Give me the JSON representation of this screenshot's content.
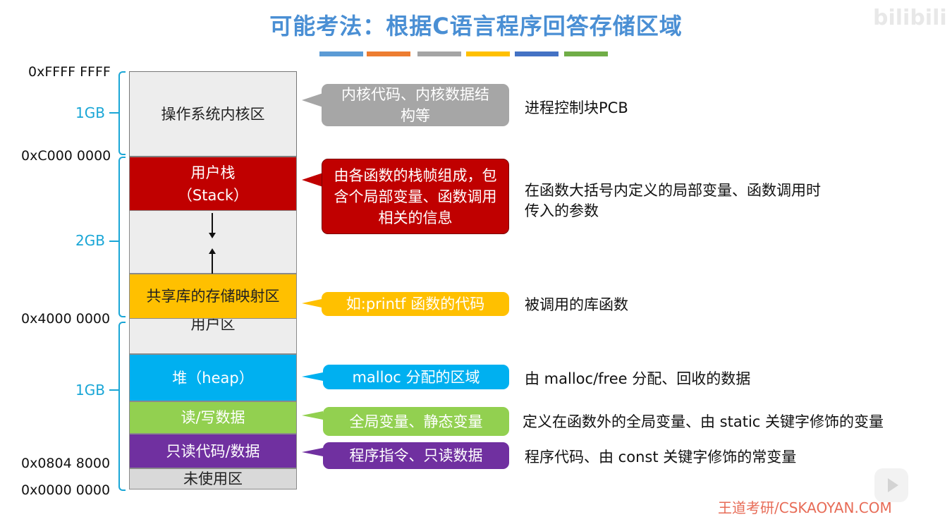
{
  "title": "可能考法：根据C语言程序回答存储区域",
  "colors": {
    "title": "#4a8fd4",
    "accent_bars": [
      "#5b9bd5",
      "#ed7d31",
      "#a5a5a5",
      "#ffc000",
      "#4472c4",
      "#70ad47"
    ],
    "kernel": "#ededed",
    "stack": "#c00000",
    "shared": "#ffc000",
    "heap": "#00b0f0",
    "rw": "#92d050",
    "ro": "#7030a0",
    "bracket": "#19a6d6"
  },
  "addresses": {
    "top": "0xFFFF FFFF",
    "kernel_base": "0xC000 0000",
    "shared_base": "0x4000 0000",
    "code_base": "0x0804 8000",
    "zero": "0x0000 0000"
  },
  "sizes": {
    "kernel": "1GB",
    "stack_region": "2GB",
    "lower": "1GB"
  },
  "segments": {
    "kernel": "操作系统内核区",
    "stack_line1": "用户栈",
    "stack_line2": "（Stack）",
    "shared": "共享库的存储映射区",
    "user": "用户区",
    "heap": "堆（heap）",
    "rw": "读/写数据",
    "ro": "只读代码/数据",
    "unused": "未使用区"
  },
  "callouts": {
    "kernel": "内核代码、内核数据结构等",
    "stack": "由各函数的栈帧组成，包含个局部变量、函数调用相关的信息",
    "shared": "如:printf 函数的代码",
    "heap": "malloc 分配的区域",
    "rw": "全局变量、静态变量",
    "ro": "程序指令、只读数据"
  },
  "descriptions": {
    "kernel": "进程控制块PCB",
    "stack_line1": "在函数大括号内定义的局部变量、函数调用时",
    "stack_line2": "传入的参数",
    "shared": "被调用的库函数",
    "heap": "由 malloc/free 分配、回收的数据",
    "rw": "定义在函数外的全局变量、由 static 关键字修饰的变量",
    "ro": "程序代码、由 const 关键字修饰的常变量"
  },
  "watermark": {
    "logo": "bilibili",
    "footer": "王道考研/CSKAOYAN.COM"
  }
}
